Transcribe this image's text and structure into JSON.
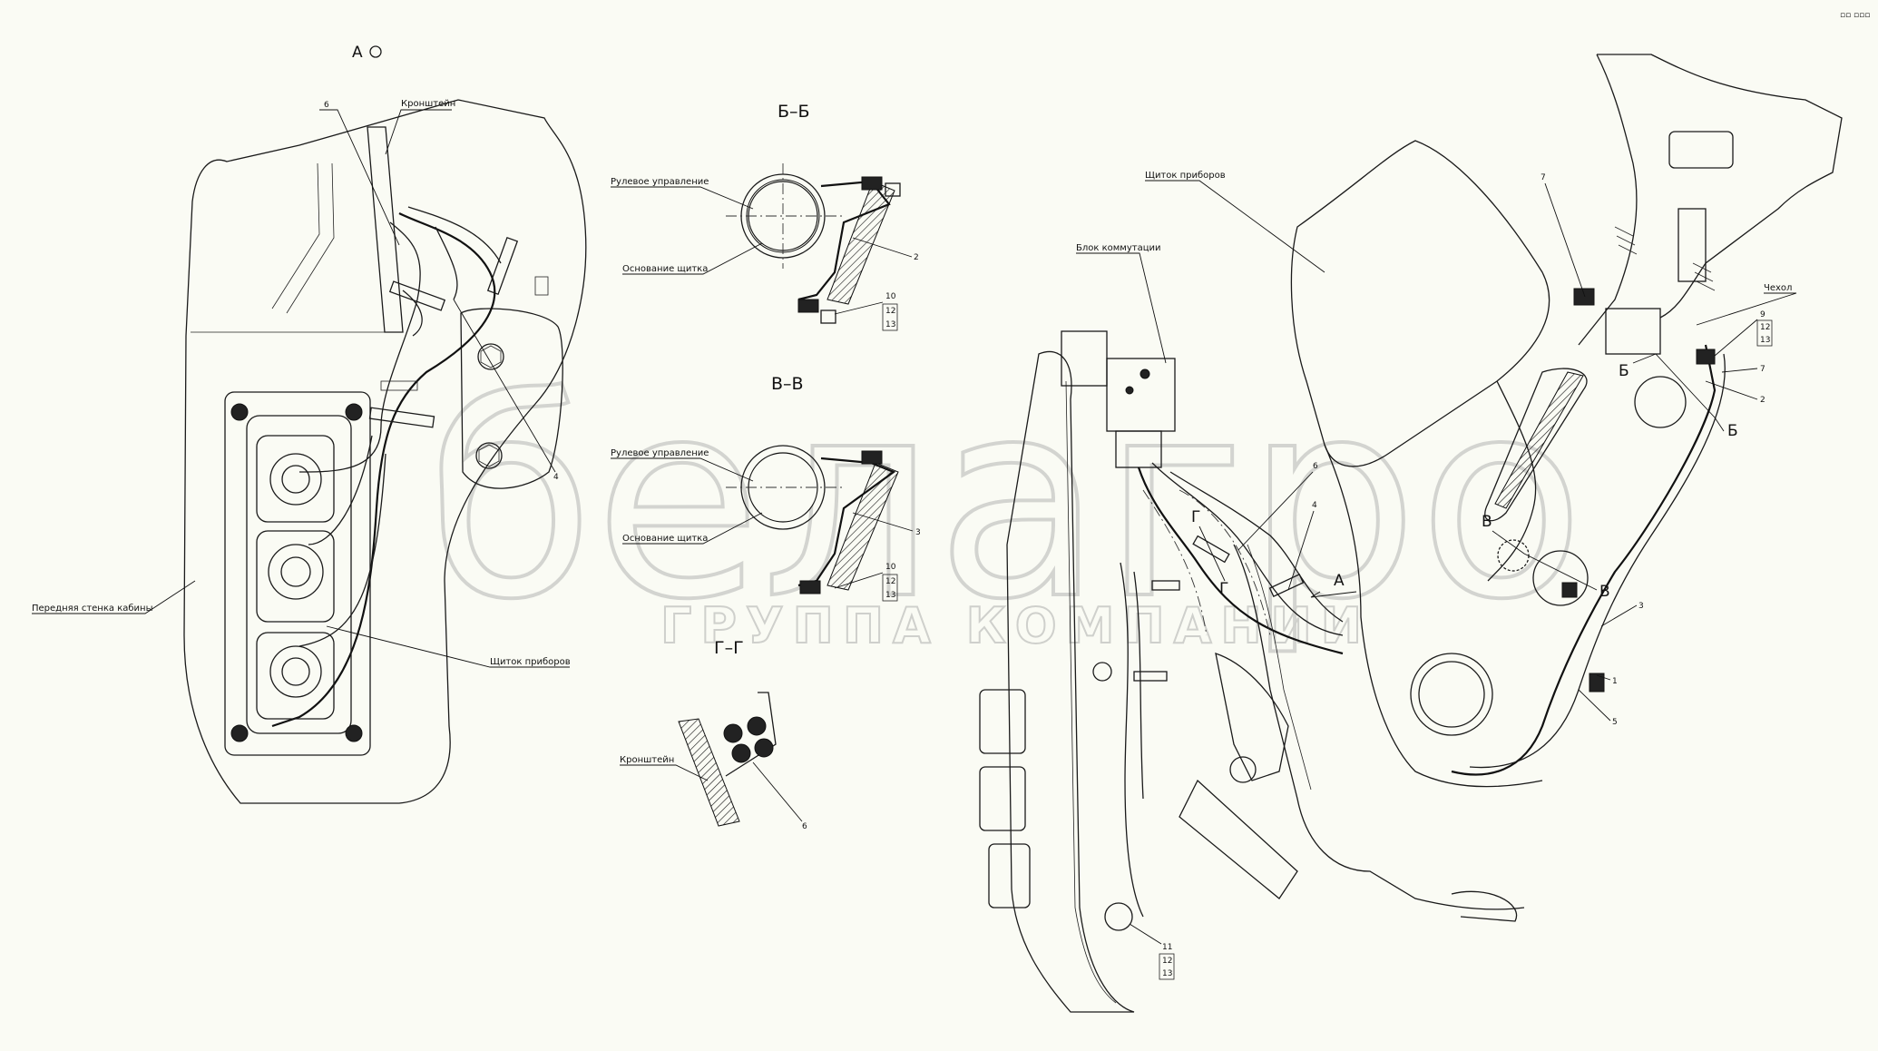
{
  "watermark": {
    "logo": "белагро",
    "subtitle": "ГРУППА КОМПАНИИ"
  },
  "corner_mark": "▫▫ ▫▫▫",
  "views": {
    "view_a": {
      "title": "А"
    },
    "section_bb": {
      "title": "Б–Б"
    },
    "section_vv": {
      "title": "В–В"
    },
    "section_gg": {
      "title": "Г–Г"
    }
  },
  "labels": {
    "bracket": "Кронштейн",
    "front_wall": "Передняя стенка кабины",
    "panel": "Щиток приборов",
    "steering": "Рулевое управление",
    "panel_base": "Основание щитка",
    "switch_block": "Блок коммутации",
    "cover": "Чехол"
  },
  "markers": {
    "b": "Б",
    "v": "В",
    "g": "Г",
    "a": "А"
  },
  "callouts": {
    "n1": "1",
    "n2": "2",
    "n3": "3",
    "n4": "4",
    "n5": "5",
    "n6": "6",
    "n7": "7",
    "n9": "9",
    "n10": "10",
    "n11": "11",
    "n12": "12",
    "n13": "13"
  }
}
